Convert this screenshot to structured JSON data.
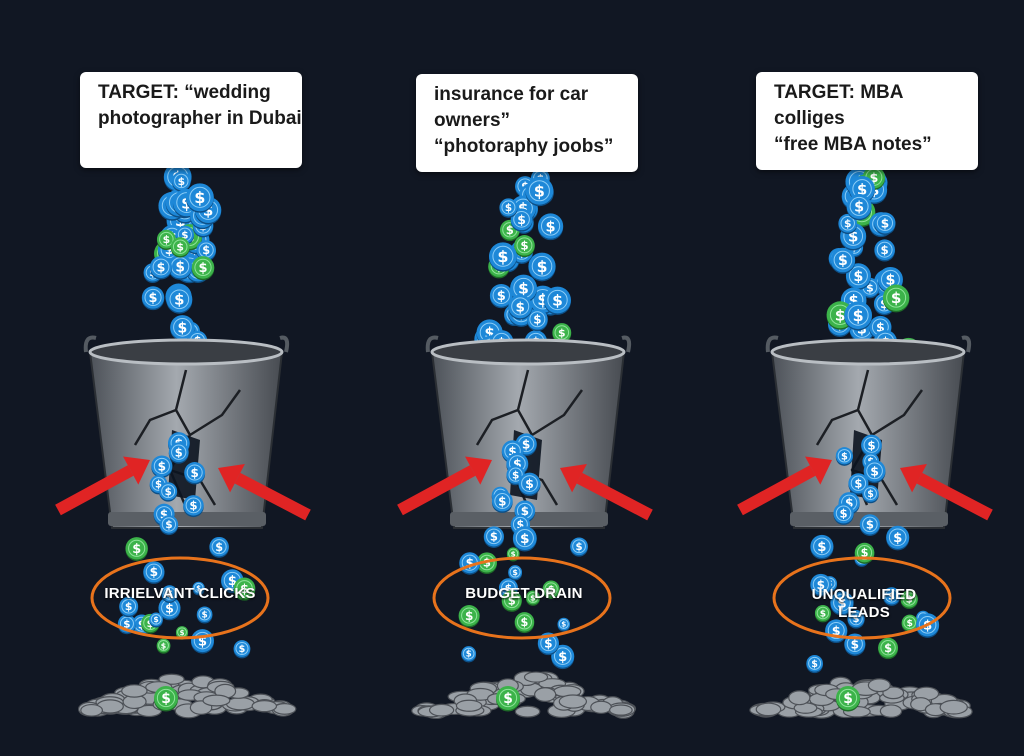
{
  "panels": [
    {
      "id": "wedding",
      "target_lines": [
        "TARGET: “wedding",
        "photographer in Dubai"
      ],
      "outcome_lines": [
        "IRRIELVANT CLICKS"
      ]
    },
    {
      "id": "insurance",
      "target_lines": [
        "insurance for car",
        "owners”",
        "“photoraphy joobs”"
      ],
      "outcome_lines": [
        "BUDGET DRAIN"
      ]
    },
    {
      "id": "mba",
      "target_lines": [
        "TARGET:  MBA",
        "colliges",
        "“free MBA notes”"
      ],
      "outcome_lines": [
        "UNQUALIFIED",
        "LEADS"
      ]
    }
  ],
  "icons": {
    "coin": "dollar-coin-icon",
    "bucket": "leaky-bucket-icon",
    "arrow": "red-arrow-icon",
    "oval": "orange-oval-outline"
  },
  "colors": {
    "background": "#111723",
    "coin_blue": "#1e88d8",
    "coin_green": "#3cb34a",
    "arrow_red": "#e02424",
    "oval_orange": "#e8731c",
    "bucket_metal": "#8a8f96",
    "pile_silver": "#9aa0a6"
  },
  "symbol": "$"
}
